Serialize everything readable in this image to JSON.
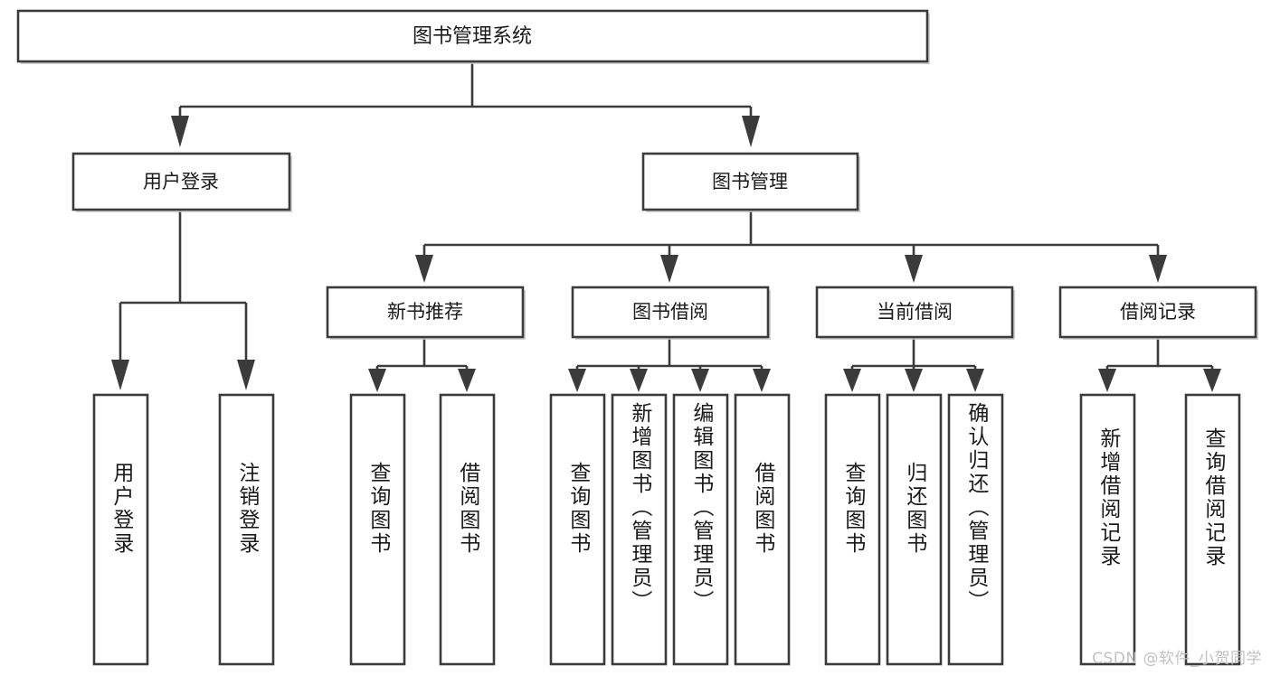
{
  "diagram": {
    "type": "hierarchy-tree",
    "title": "图书管理系统",
    "orientation": "top-down",
    "watermark": "CSDN @软件_小贺同学",
    "colors": {
      "stroke": "#3b3b3b",
      "box_fill": "#ffffff",
      "text": "#1a1a1a",
      "background": "#ffffff",
      "watermark": "#c2c2c2"
    },
    "root": {
      "label": "图书管理系统"
    },
    "level2": [
      {
        "label": "用户登录"
      },
      {
        "label": "图书管理"
      }
    ],
    "level3": [
      {
        "label": "新书推荐"
      },
      {
        "label": "图书借阅"
      },
      {
        "label": "当前借阅"
      },
      {
        "label": "借阅记录"
      }
    ],
    "leaves": {
      "user_login": [
        {
          "label": "用户登录"
        },
        {
          "label": "注销登录"
        }
      ],
      "new_book_recommend": [
        {
          "label": "查询图书"
        },
        {
          "label": "借阅图书"
        }
      ],
      "book_borrow": [
        {
          "label": "查询图书"
        },
        {
          "label": "新增图书（管理员）"
        },
        {
          "label": "编辑图书（管理员）"
        },
        {
          "label": "借阅图书"
        }
      ],
      "current_borrow": [
        {
          "label": "查询图书"
        },
        {
          "label": "归还图书"
        },
        {
          "label": "确认归还（管理员）"
        }
      ],
      "borrow_record": [
        {
          "label": "新增借阅记录"
        },
        {
          "label": "查询借阅记录"
        }
      ]
    }
  }
}
